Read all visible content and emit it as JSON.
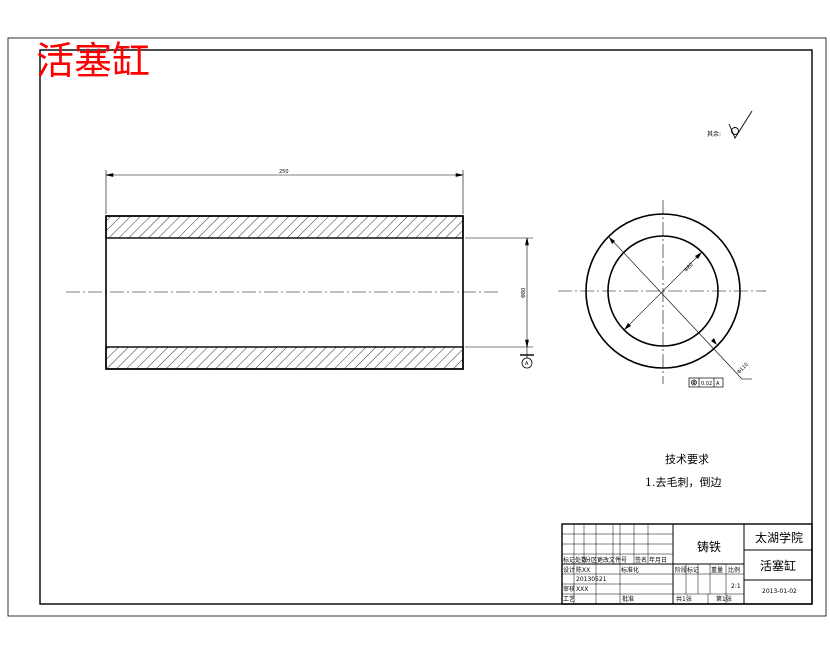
{
  "drawing": {
    "title": "活塞缸",
    "surface_note": "其余:",
    "dims": {
      "length": "250",
      "bore_dia": "Φ80",
      "inner_dia": "Φ80",
      "outer_dia": "Φ110",
      "datum": "A",
      "tolerance_value": "0.02",
      "tolerance_datum": "A"
    },
    "tech_req": {
      "heading": "技术要求",
      "item1": "1.去毛刺，倒边"
    },
    "title_block": {
      "material": "铸铁",
      "school": "太湖学院",
      "part_name": "活塞缸",
      "scale": "2:1",
      "drawing_no": "2013-01-02",
      "r1": [
        "标记",
        "处数",
        "分区",
        "更改文件号",
        "签名",
        "年月日"
      ],
      "designer_label": "设计",
      "designer_name": "陈XX",
      "std_label": "标准化",
      "stage_headers": [
        "阶段标记",
        "重量",
        "比例"
      ],
      "review_label": "审核",
      "review_name": "XXX",
      "process_label": "工艺",
      "approve_label": "批准",
      "sheets_total": "共1张",
      "sheet_no": "第1张",
      "date_code": "20130521"
    }
  }
}
